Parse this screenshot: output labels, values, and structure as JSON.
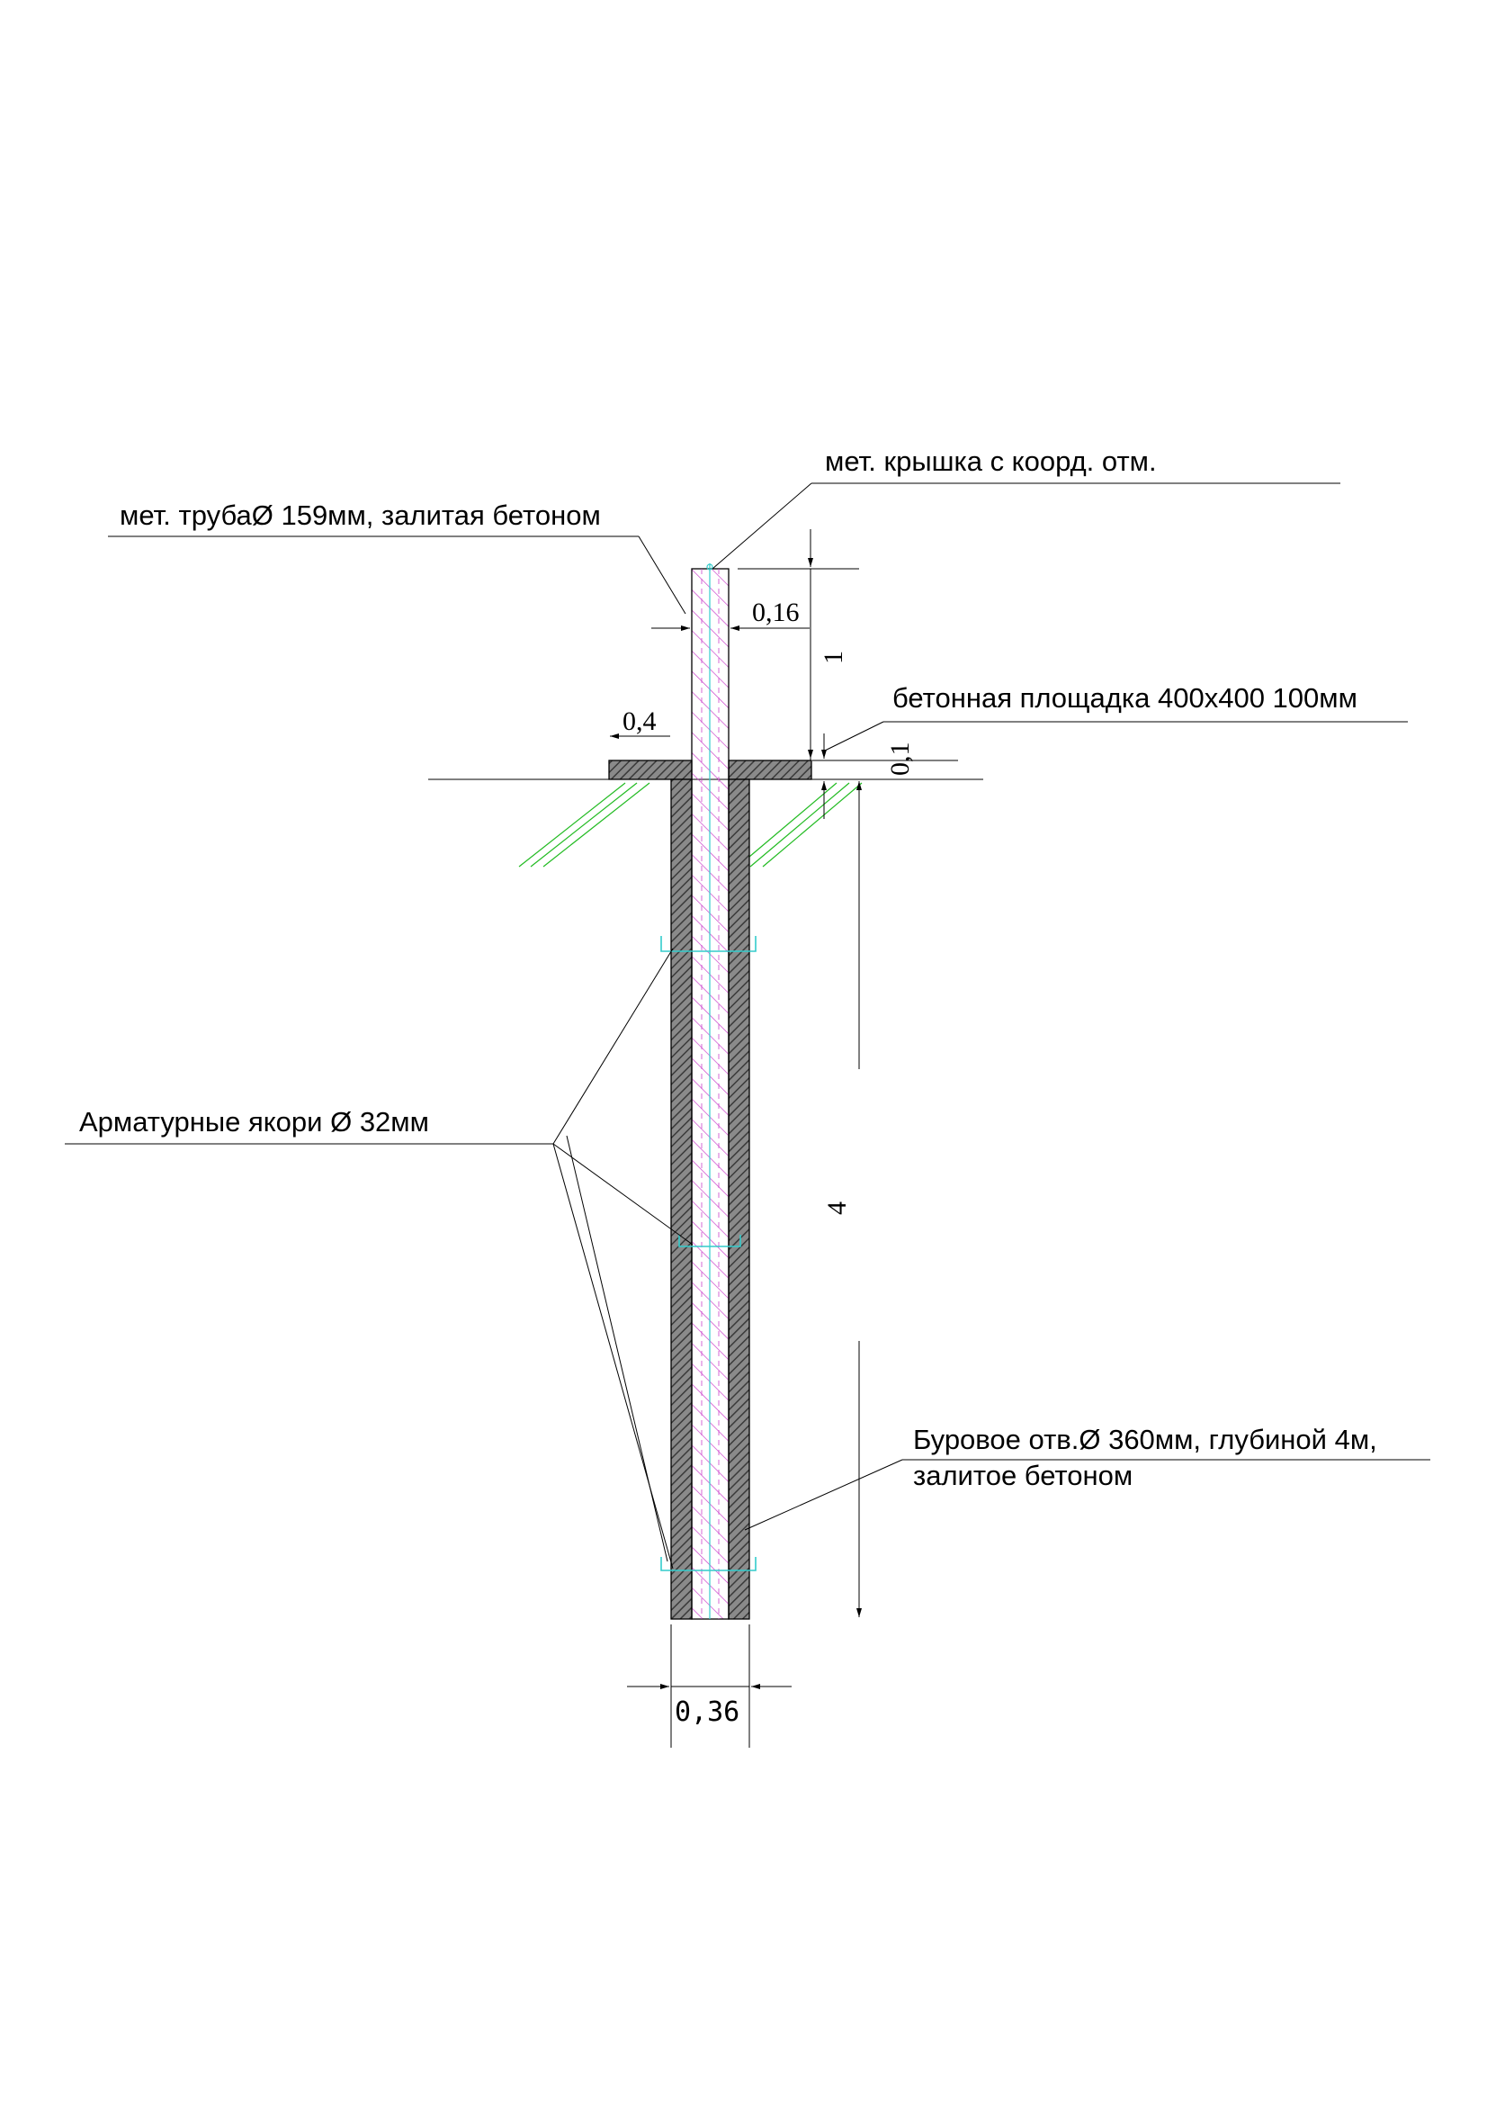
{
  "labels": {
    "pipe": "мет. трубаØ 159мм, залитая бетоном",
    "cap": "мет. крышка с коорд. отм.",
    "pad": "бетонная площадка 400х400 100мм",
    "anchors": "Арматурные якори Ø 32мм",
    "borehole_line1": "Буровое отв.Ø 360мм, глубиной 4м,",
    "borehole_line2": "залитое бетоном"
  },
  "dimensions": {
    "pipe_width": "0,16",
    "pipe_height": "1",
    "pad_overhang": "0,4",
    "pad_thickness": "0,1",
    "borehole_depth": "4",
    "borehole_width": "0,36"
  },
  "colors": {
    "concrete_hatch": "#5a5a5a",
    "pipe_hatch": "#cc44cc",
    "pipe_axis": "#33cccc",
    "anchor": "#33cccc",
    "soil_hatch": "#22bb22"
  }
}
